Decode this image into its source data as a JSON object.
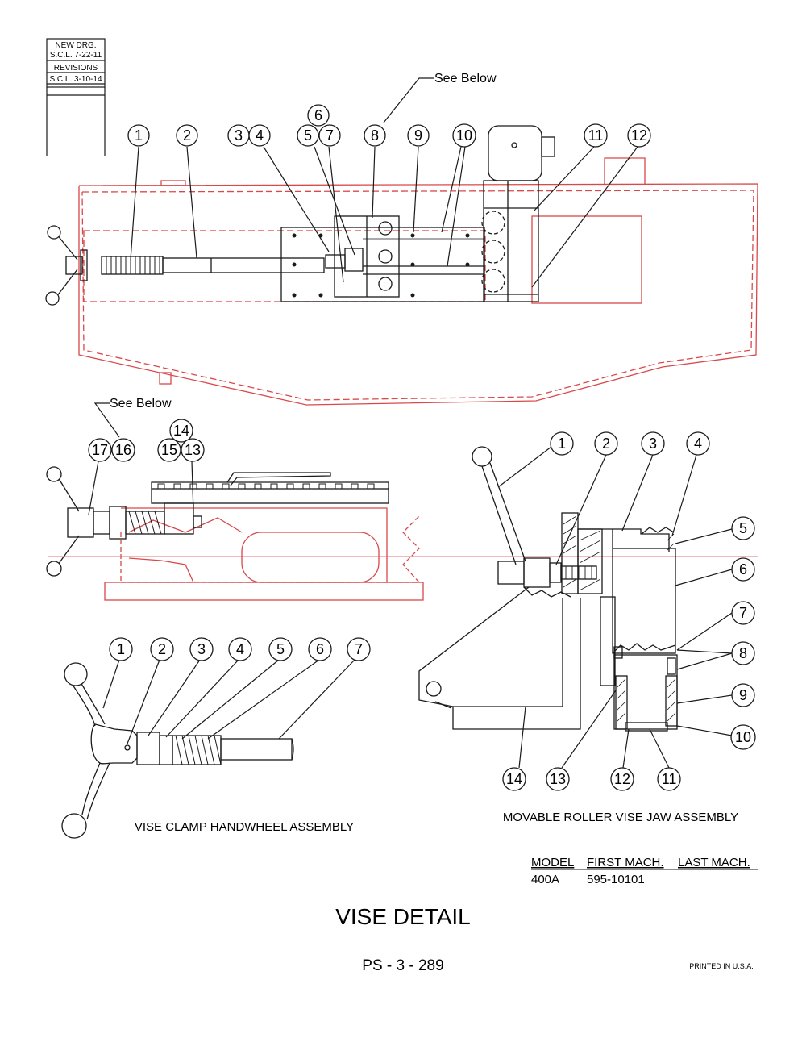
{
  "colors": {
    "ink": "#1a1a1a",
    "red": "#d9494b"
  },
  "revisions": {
    "rows": [
      "NEW DRG.",
      "S.C.L. 7-22-11",
      "REVISIONS",
      "S.C.L. 3-10-14"
    ]
  },
  "top_view": {
    "see_below": "See Below",
    "callouts": [
      "1",
      "2",
      "3",
      "4",
      "5",
      "6",
      "7",
      "8",
      "9",
      "10",
      "11",
      "12"
    ]
  },
  "clamp_view": {
    "see_below": "See Below",
    "callouts": [
      "14",
      "15",
      "13",
      "17",
      "16"
    ]
  },
  "roller_jaw": {
    "callouts": [
      "1",
      "2",
      "3",
      "4",
      "5",
      "6",
      "7",
      "8",
      "9",
      "10",
      "11",
      "12",
      "13",
      "14"
    ],
    "caption": "MOVABLE ROLLER VISE JAW ASSEMBLY"
  },
  "handwheel": {
    "callouts": [
      "1",
      "2",
      "3",
      "4",
      "5",
      "6",
      "7"
    ],
    "caption": "VISE CLAMP HANDWHEEL ASSEMBLY"
  },
  "model_table": {
    "headers": [
      "MODEL",
      "FIRST MACH.",
      "LAST MACH."
    ],
    "row": [
      "400A",
      "595-10101",
      ""
    ]
  },
  "title": "VISE DETAIL",
  "page_number": "PS - 3 - 289",
  "printed": "PRINTED IN U.S.A."
}
